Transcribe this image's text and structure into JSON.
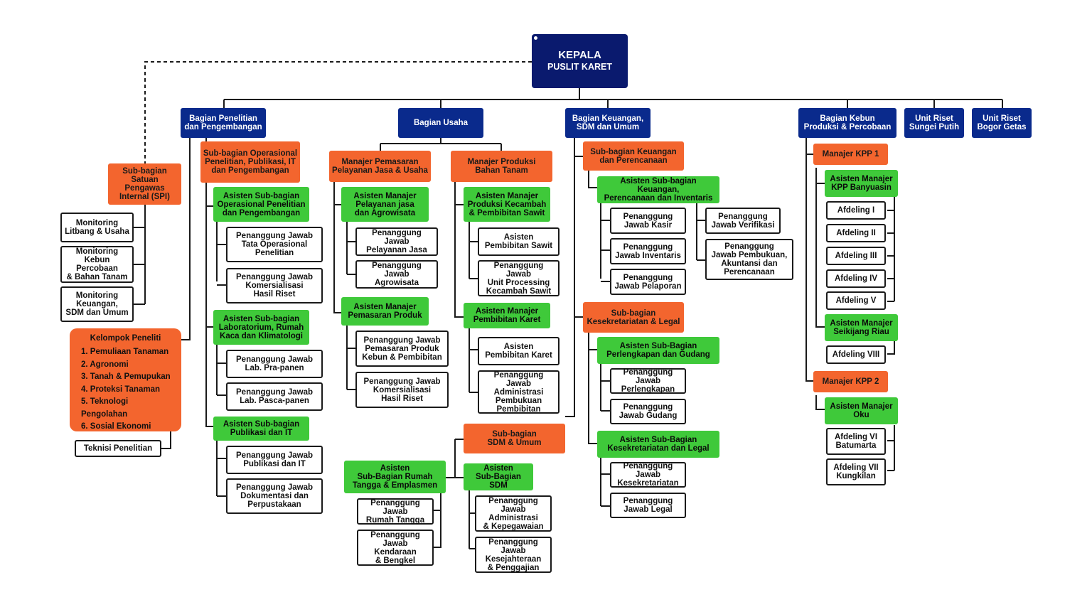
{
  "colors": {
    "head": "#0a1a6e",
    "division": "#0a2a8c",
    "subdivision": "#f3652e",
    "assistant": "#3fc93a",
    "unit": "#ffffff",
    "line": "#1a1a1a"
  },
  "head": {
    "line1": "KEPALA",
    "line2": "PUSLIT KARET"
  },
  "divisions": {
    "litbang": "Bagian Penelitian\ndan Pengembangan",
    "usaha": "Bagian Usaha",
    "keuangan": "Bagian Keuangan,\nSDM dan Umum",
    "kebun": "Bagian Kebun\nProduksi & Percobaan",
    "sungai_putih": "Unit Riset\nSungei Putih",
    "bogor_getas": "Unit Riset\nBogor Getas"
  },
  "spi": {
    "title": "Sub-bagian\nSatuan Pengawas\nInternal (SPI)",
    "monitors": [
      "Monitoring\nLitbang & Usaha",
      "Monitoring\nKebun Percobaan\n& Bahan Tanam",
      "Monitoring\nKeuangan,\nSDM dan Umum"
    ]
  },
  "kelompok": {
    "title": "Kelompok Peneliti",
    "items": [
      "1. Pemuliaan Tanaman",
      "2. Agronomi",
      "3. Tanah & Pemupukan",
      "4. Proteksi Tanaman",
      "5. Teknologi Pengolahan",
      "6. Sosial Ekonomi"
    ],
    "teknisi": "Teknisi Penelitian"
  },
  "litbang": {
    "sub": "Sub-bagian Operasional\nPenelitian, Publikasi, IT\ndan Pengembangan",
    "asst_ops": "Asisten Sub-bagian\nOperasional Penelitian\ndan Pengembangan",
    "pj_tata": "Penanggung Jawab\nTata Operasional\nPenelitian",
    "pj_komersial": "Penanggung Jawab\nKomersialisasi\nHasil Riset",
    "asst_lab": "Asisten Sub-bagian\nLaboratorium, Rumah\nKaca dan Klimatologi",
    "pj_pra": "Penanggung Jawab\nLab. Pra-panen",
    "pj_pasca": "Penanggung Jawab\nLab. Pasca-panen",
    "asst_pub": "Asisten Sub-bagian\nPublikasi dan IT",
    "pj_pub": "Penanggung Jawab\nPublikasi dan IT",
    "pj_dok": "Penanggung Jawab\nDokumentasi dan\nPerpustakaan"
  },
  "usaha": {
    "mgr_pemasaran": "Manajer Pemasaran\nPelayanan Jasa & Usaha",
    "asst_pelayanan": "Asisten Manajer\nPelayanan jasa\ndan Agrowisata",
    "pj_pelayanan": "Penanggung Jawab\nPelayanan Jasa",
    "pj_agro": "Penanggung Jawab\nAgrowisata",
    "asst_pemasaran": "Asisten Manajer\nPemasaran Produk",
    "pj_pemasaran": "Penanggung Jawab\nPemasaran Produk\nKebun & Pembibitan",
    "pj_komersial": "Penanggung Jawab\nKomersialisasi\nHasil Riset",
    "mgr_produksi": "Manajer Produksi\nBahan Tanam",
    "asst_sawit": "Asisten Manajer\nProduksi Kecambah\n& Pembibitan Sawit",
    "as_bibit_sawit": "Asisten\nPembibitan Sawit",
    "pj_unit": "Penanggung Jawab\nUnit Processing\nKecambah Sawit",
    "asst_karet": "Asisten Manajer\nPembibitan Karet",
    "as_bibit_karet": "Asisten\nPembibitan Karet",
    "pj_admin": "Penanggung Jawab\nAdministrasi\nPembukuan\nPembibitan"
  },
  "keuangan": {
    "sub_keu": "Sub-bagian Keuangan\ndan Perencanaan",
    "asst_keu": "Asisten Sub-bagian Keuangan,\nPerencanaan dan Inventaris",
    "pj_kasir": "Penanggung\nJawab Kasir",
    "pj_inventaris": "Penanggung\nJawab Inventaris",
    "pj_pelaporan": "Penanggung\nJawab Pelaporan",
    "pj_verifikasi": "Penanggung\nJawab Verifikasi",
    "pj_pembukuan": "Penanggung\nJawab Pembukuan,\nAkuntansi dan\nPerencanaan",
    "sub_kes": "Sub-bagian\nKesekretariatan & Legal",
    "asst_perlengkapan": "Asisten Sub-Bagian\nPerlengkapan dan Gudang",
    "pj_perlengkapan": "Penanggung Jawab\nPerlengkapan",
    "pj_gudang": "Penanggung\nJawab Gudang",
    "asst_kes": "Asisten Sub-Bagian\nKesekretariatan dan Legal",
    "pj_kes": "Penanggung Jawab\nKesekretariatan",
    "pj_legal": "Penanggung\nJawab Legal",
    "sub_sdm": "Sub-bagian\nSDM & Umum",
    "asst_rt": "Asisten\nSub-Bagian Rumah\nTangga & Emplasmen",
    "pj_rt": "Penanggung Jawab\nRumah Tangga",
    "pj_kendaraan": "Penanggung Jawab\nKendaraan\n& Bengkel",
    "asst_sdm": "Asisten\nSub-Bagian SDM",
    "pj_adm_kep": "Penanggung Jawab\nAdministrasi\n& Kepegawaian",
    "pj_kesejahteraan": "Penanggung Jawab\nKesejahteraan\n& Penggajian"
  },
  "kebun": {
    "kpp1": "Manajer KPP 1",
    "asst_banyuasin": "Asisten Manajer\nKPP Banyuasin",
    "afd_banyuasin": [
      "Afdeling I",
      "Afdeling II",
      "Afdeling III",
      "Afdeling IV",
      "Afdeling V"
    ],
    "asst_seikijang": "Asisten Manajer\nSeikijang Riau",
    "afd_seikijang": "Afdeling VIII",
    "kpp2": "Manajer KPP 2",
    "asst_oku": "Asisten Manajer\nOku",
    "afd_oku": [
      "Afdeling VI\nBatumarta",
      "Afdeling VII\nKungkilan"
    ]
  }
}
